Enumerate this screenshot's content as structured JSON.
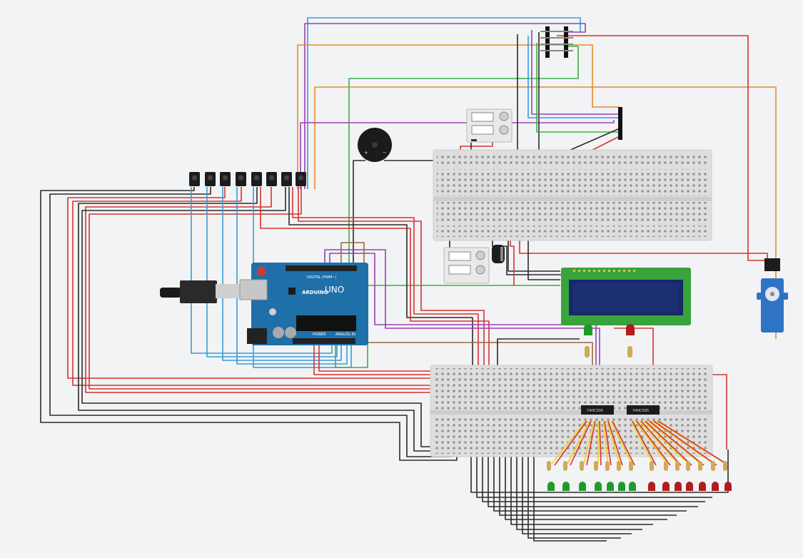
{
  "colors": {
    "background": "#f2f3f4",
    "wire_black": "#2b2b2b",
    "wire_red": "#d8322f",
    "wire_blue": "#3a9ad9",
    "wire_purple": "#9b3fb5",
    "wire_orange": "#e8892b",
    "wire_green": "#3cb043",
    "wire_yellow": "#f2d21b",
    "wire_brown": "#9a6b3c",
    "arduino_board": "#1f6fa8",
    "lcd_pcb": "#39a33c",
    "lcd_screen": "#1d2f73",
    "servo_body": "#2f73c4",
    "led_red": "#b01d1d",
    "led_green": "#1f9b2c",
    "breadboard": "#dedede"
  },
  "arduino": {
    "brand": "ARDUINO",
    "model": "UNO",
    "header_digital": "DIGITAL (PWM~)",
    "header_power": "POWER",
    "header_analog": "ANALOG IN"
  },
  "shift_registers": [
    {
      "label": "74HC595"
    },
    {
      "label": "74HC595"
    }
  ]
}
